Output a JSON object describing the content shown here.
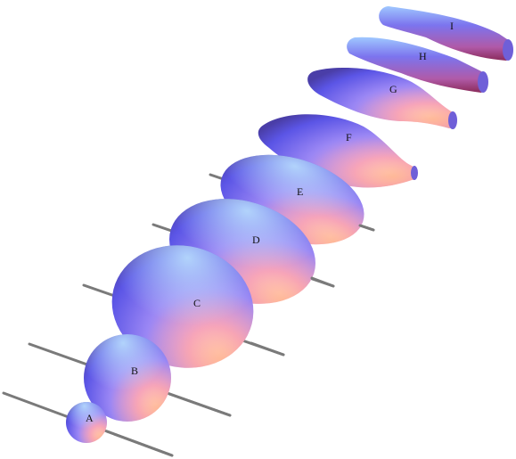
{
  "colors": {
    "background": "#ffffff",
    "axis_rod": "#7a7a7a",
    "body_light": "#ffe9f0",
    "body_mid": "#c88ee8",
    "body_blue": "#6f6ef0",
    "body_dark": "#4a3ea8",
    "body_warm": "#ff9a80",
    "body_red": "#a02a5c"
  },
  "shapes": [
    {
      "id": "A",
      "label": "A",
      "kind": "sphere"
    },
    {
      "id": "B",
      "label": "B",
      "kind": "sphere"
    },
    {
      "id": "C",
      "label": "C",
      "kind": "ellipsoid"
    },
    {
      "id": "D",
      "label": "D",
      "kind": "ellipsoid"
    },
    {
      "id": "E",
      "label": "E",
      "kind": "ellipsoid"
    },
    {
      "id": "F",
      "label": "F",
      "kind": "spindle"
    },
    {
      "id": "G",
      "label": "G",
      "kind": "spindle"
    },
    {
      "id": "H",
      "label": "H",
      "kind": "tube"
    },
    {
      "id": "I",
      "label": "I",
      "kind": "tube"
    }
  ]
}
